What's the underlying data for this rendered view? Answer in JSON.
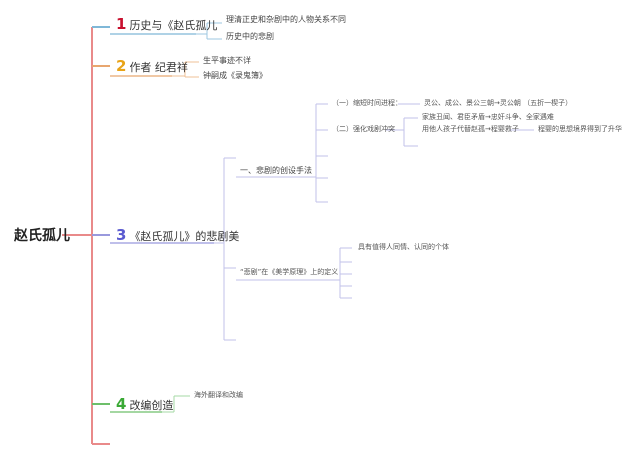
{
  "root": {
    "label": "赵氏孤儿"
  },
  "branches": [
    {
      "num": "1",
      "label": "历史与《赵氏孤儿",
      "color": "#c8102e",
      "children": [
        "理清正史和杂剧中的人物关系不同",
        "历史中的悲剧"
      ]
    },
    {
      "num": "2",
      "label": "作者 纪君祥",
      "color": "#e8a317",
      "children": [
        "生平事迹不详",
        "钟嗣成《录鬼簿》"
      ]
    },
    {
      "num": "3",
      "label": "《赵氏孤儿》的悲剧美",
      "color": "#7b7bd6",
      "children": [
        {
          "label": "一、悲剧的创设手法",
          "children": [
            {
              "label": "（一）缩短时间进程：",
              "children": [
                "灵公、成公、景公三朝→灵公朝 （五折一楔子）"
              ]
            },
            {
              "label": "（二）强化戏剧冲突",
              "children": [
                "家族丑闻、君臣矛盾→忠奸斗争、全家遇难",
                "用他人孩子代替赵孤→程婴救子"
              ],
              "extra": "程婴的思想境界得到了升华"
            }
          ]
        },
        {
          "label": "“悲剧”在《美学原理》上的定义",
          "children": [
            "具有值得人同情、认同的个体"
          ]
        }
      ]
    },
    {
      "num": "4",
      "label": "改编创造",
      "color": "#3aa935",
      "children": [
        "海外翻译和改编"
      ]
    }
  ]
}
